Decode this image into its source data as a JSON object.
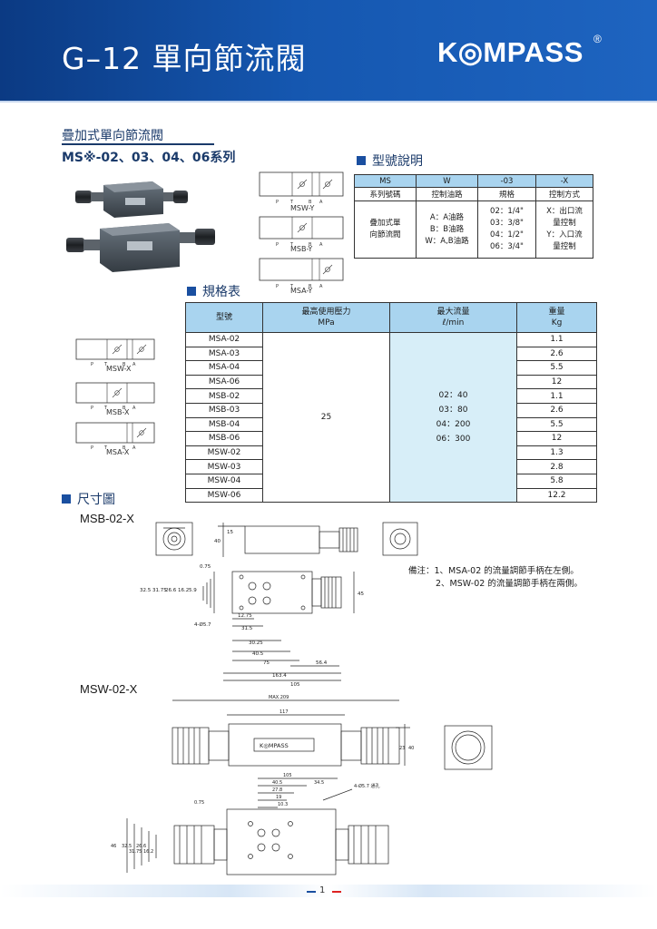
{
  "header": {
    "title": "G–12 單向節流閥",
    "logo": "K◎MPASS",
    "logo_reg": "®",
    "brand_color": "#1557b0"
  },
  "intro": {
    "subtitle": "疊加式單向節流閥",
    "series": "MS※-02、03、04、06系列"
  },
  "sections": {
    "model_code": "型號說明",
    "spec": "規格表",
    "dimensions": "尺寸圖"
  },
  "symbols": [
    {
      "label": "MSW-Y",
      "ports": [
        "P",
        "T",
        "B",
        "A"
      ]
    },
    {
      "label": "MSB-Y",
      "ports": [
        "P",
        "T",
        "B",
        "A"
      ]
    },
    {
      "label": "MSA-Y",
      "ports": [
        "P",
        "T",
        "B",
        "A"
      ]
    },
    {
      "label": "MSW-X",
      "ports": [
        "P",
        "T",
        "B",
        "A"
      ]
    },
    {
      "label": "MSB-X",
      "ports": [
        "P",
        "T",
        "B",
        "A"
      ]
    },
    {
      "label": "MSA-X",
      "ports": [
        "P",
        "T",
        "B",
        "A"
      ]
    }
  ],
  "model_table": {
    "codes": [
      "MS",
      "W",
      "-03",
      "-X"
    ],
    "names": [
      "系列號碼",
      "控制油路",
      "規格",
      "控制方式"
    ],
    "desc1": [
      "疊加式單",
      "向節流閥"
    ],
    "desc2": [
      "A：A油路",
      "B：B油路",
      "W：A,B油路"
    ],
    "desc3": [
      "02：1/4\"",
      "03：3/8\"",
      "04：1/2\"",
      "06：3/4\""
    ],
    "desc4": [
      "X：出口流",
      "量控制",
      "Y：入口流",
      "量控制"
    ]
  },
  "spec_table": {
    "headers": {
      "model": "型號",
      "pressure": "最高使用壓力",
      "pressure_unit": "MPa",
      "flow": "最大流量",
      "flow_unit": "ℓ/min",
      "weight": "重量",
      "weight_unit": "Kg"
    },
    "rows": [
      {
        "model": "MSA-02",
        "weight": "1.1"
      },
      {
        "model": "MSA-03",
        "weight": "2.6"
      },
      {
        "model": "MSA-04",
        "weight": "5.5"
      },
      {
        "model": "MSA-06",
        "weight": "12"
      },
      {
        "model": "MSB-02",
        "weight": "1.1"
      },
      {
        "model": "MSB-03",
        "weight": "2.6"
      },
      {
        "model": "MSB-04",
        "weight": "5.5"
      },
      {
        "model": "MSB-06",
        "weight": "12"
      },
      {
        "model": "MSW-02",
        "weight": "1.3"
      },
      {
        "model": "MSW-03",
        "weight": "2.8"
      },
      {
        "model": "MSW-04",
        "weight": "5.8"
      },
      {
        "model": "MSW-06",
        "weight": "12.2"
      }
    ],
    "pressure_value": "25",
    "flows": [
      "02：40",
      "03：80",
      "04：200",
      "06：300"
    ]
  },
  "drawings": {
    "msb_label": "MSB-02-X",
    "msw_label": "MSW-02-X",
    "msb_dims": [
      "15",
      "40",
      "32.5",
      "31.75",
      "26.6",
      "16.2",
      "5.9",
      "0.75",
      "45",
      "12.75",
      "31.5",
      "30.25",
      "40.5",
      "75",
      "56.4",
      "163.4",
      "105",
      "4-Ø5.7"
    ],
    "msw_dims": [
      "MAX.209",
      "117",
      "23",
      "40",
      "105",
      "40.5",
      "34.5",
      "27.8",
      "19",
      "10.3",
      "0.75",
      "46",
      "32.5",
      "31.75",
      "26.6",
      "16.2",
      "4-Ø5.7 通孔"
    ],
    "nameplate": "K◎MPASS"
  },
  "notes": [
    "備注：1、MSA-02 的流量調節手柄在左側。",
    "2、MSW-02 的流量調節手柄在兩側。"
  ],
  "page_number": "1"
}
